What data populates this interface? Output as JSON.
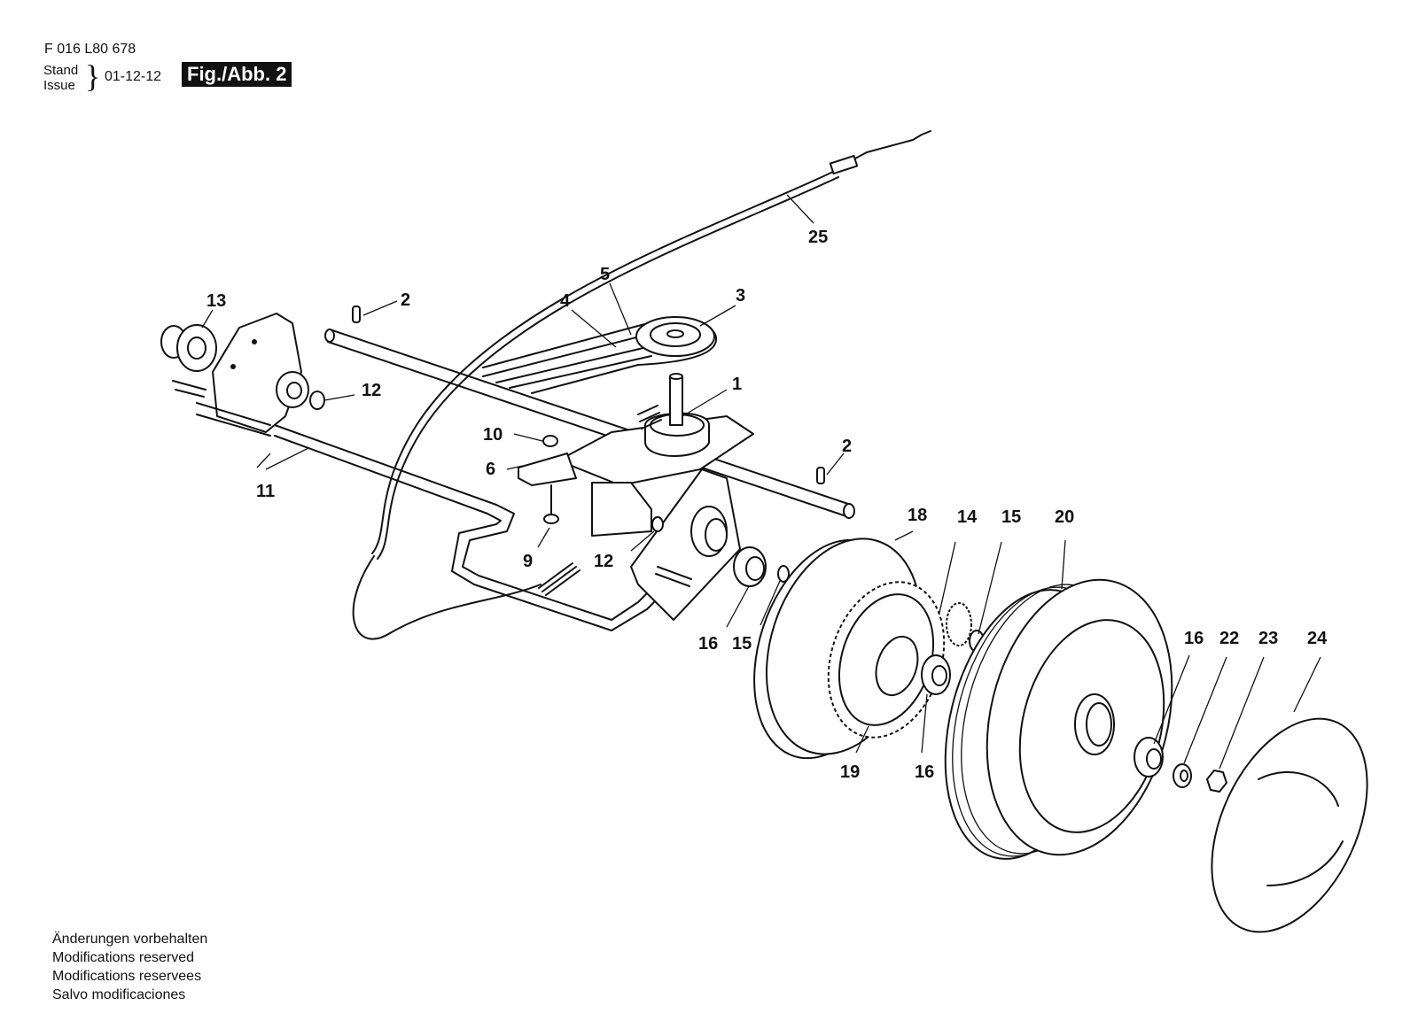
{
  "header": {
    "code": "F 016 L80 678",
    "stand": "Stand",
    "issue": "Issue",
    "date": "01-12-12",
    "figure": "Fig./Abb. 2"
  },
  "labels": {
    "p1": "1",
    "p2a": "2",
    "p2b": "2",
    "p3": "3",
    "p4": "4",
    "p5": "5",
    "p6": "6",
    "p9": "9",
    "p10": "10",
    "p11": "11",
    "p12a": "12",
    "p12b": "12",
    "p13": "13",
    "p14": "14",
    "p15a": "15",
    "p15b": "15",
    "p16a": "16",
    "p16b": "16",
    "p16c": "16",
    "p18": "18",
    "p19": "19",
    "p20": "20",
    "p22": "22",
    "p23": "23",
    "p24": "24",
    "p25": "25"
  },
  "notice": [
    "Änderungen vorbehalten",
    "Modifications reserved",
    "Modifications reservees",
    "Salvo modificaciones"
  ]
}
